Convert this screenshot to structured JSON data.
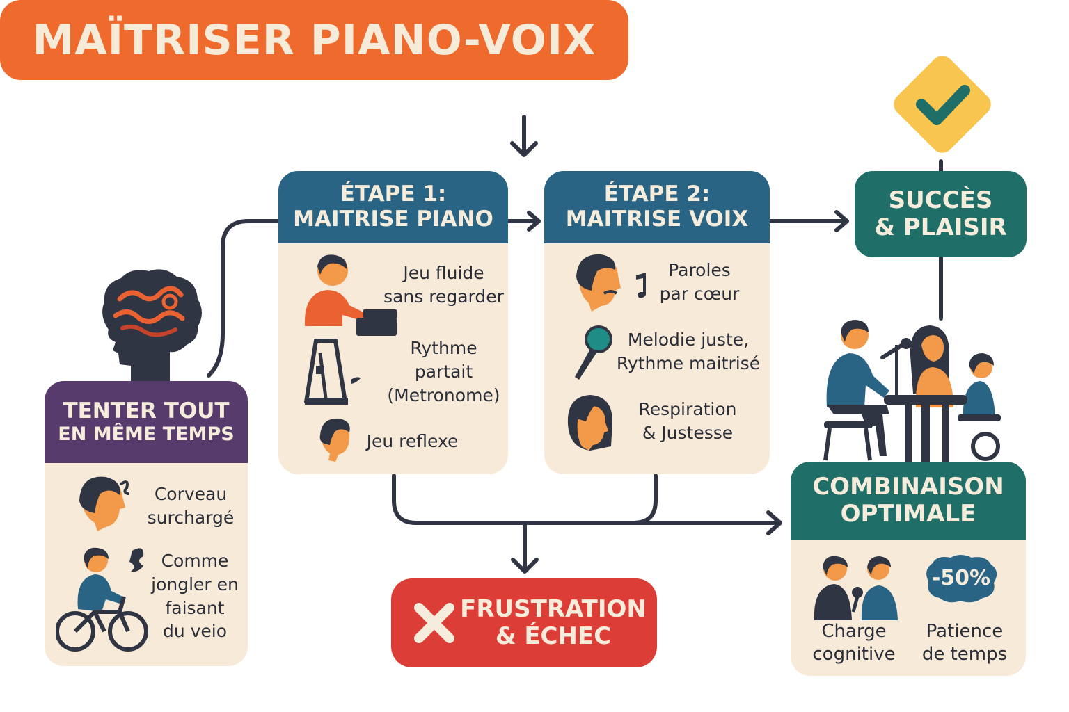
{
  "title": "MAÏTRISER PIANO-VOIX",
  "step1": {
    "header_line1": "ÉTAPE 1:",
    "header_line2": "MAITRISE PIANO",
    "items": [
      "Jeu fluide\nsans regarder",
      "Rythme\npartait\n(Metronome)",
      "Jeu reflexe"
    ]
  },
  "step2": {
    "header_line1": "ÉTAPE 2:",
    "header_line2": "MAITRISE VOIX",
    "items": [
      "Paroles\npar cœur",
      "Melodie juste,\nRythme maitrisé",
      "Respiration\n& Justesse"
    ]
  },
  "success": {
    "line1": "SUCCÈS",
    "line2": "& PLAISIR"
  },
  "all_at_once": {
    "header_line1": "TENTER TOUT",
    "header_line2": "EN MÊME TEMPS",
    "items": [
      "Corveau\nsurchargé",
      "Comme\njongler en\nfaisant\ndu veio"
    ]
  },
  "optimal": {
    "header_line1": "COMBINAISON",
    "header_line2": "OPTIMALE",
    "badge": "-50%",
    "items": [
      "Charge\ncognitive",
      "Patience\nde temps"
    ]
  },
  "failure": {
    "line1": "FRUSTRATION",
    "line2": "& ÉCHEC"
  },
  "colors": {
    "orange": "#ef6a2d",
    "blue": "#2a6485",
    "teal": "#1f6e68",
    "purple": "#573b6d",
    "red": "#dc3d37",
    "cream": "#f8ead9",
    "line": "#2f3542",
    "yellow": "#f8c64e"
  },
  "icons": [
    "checkmark-diamond-icon",
    "brain-icon",
    "pianist-icon",
    "metronome-icon",
    "singer-icon",
    "microphone-icon",
    "cross-icon",
    "cyclist-icon",
    "duet-icon",
    "family-music-icon"
  ]
}
